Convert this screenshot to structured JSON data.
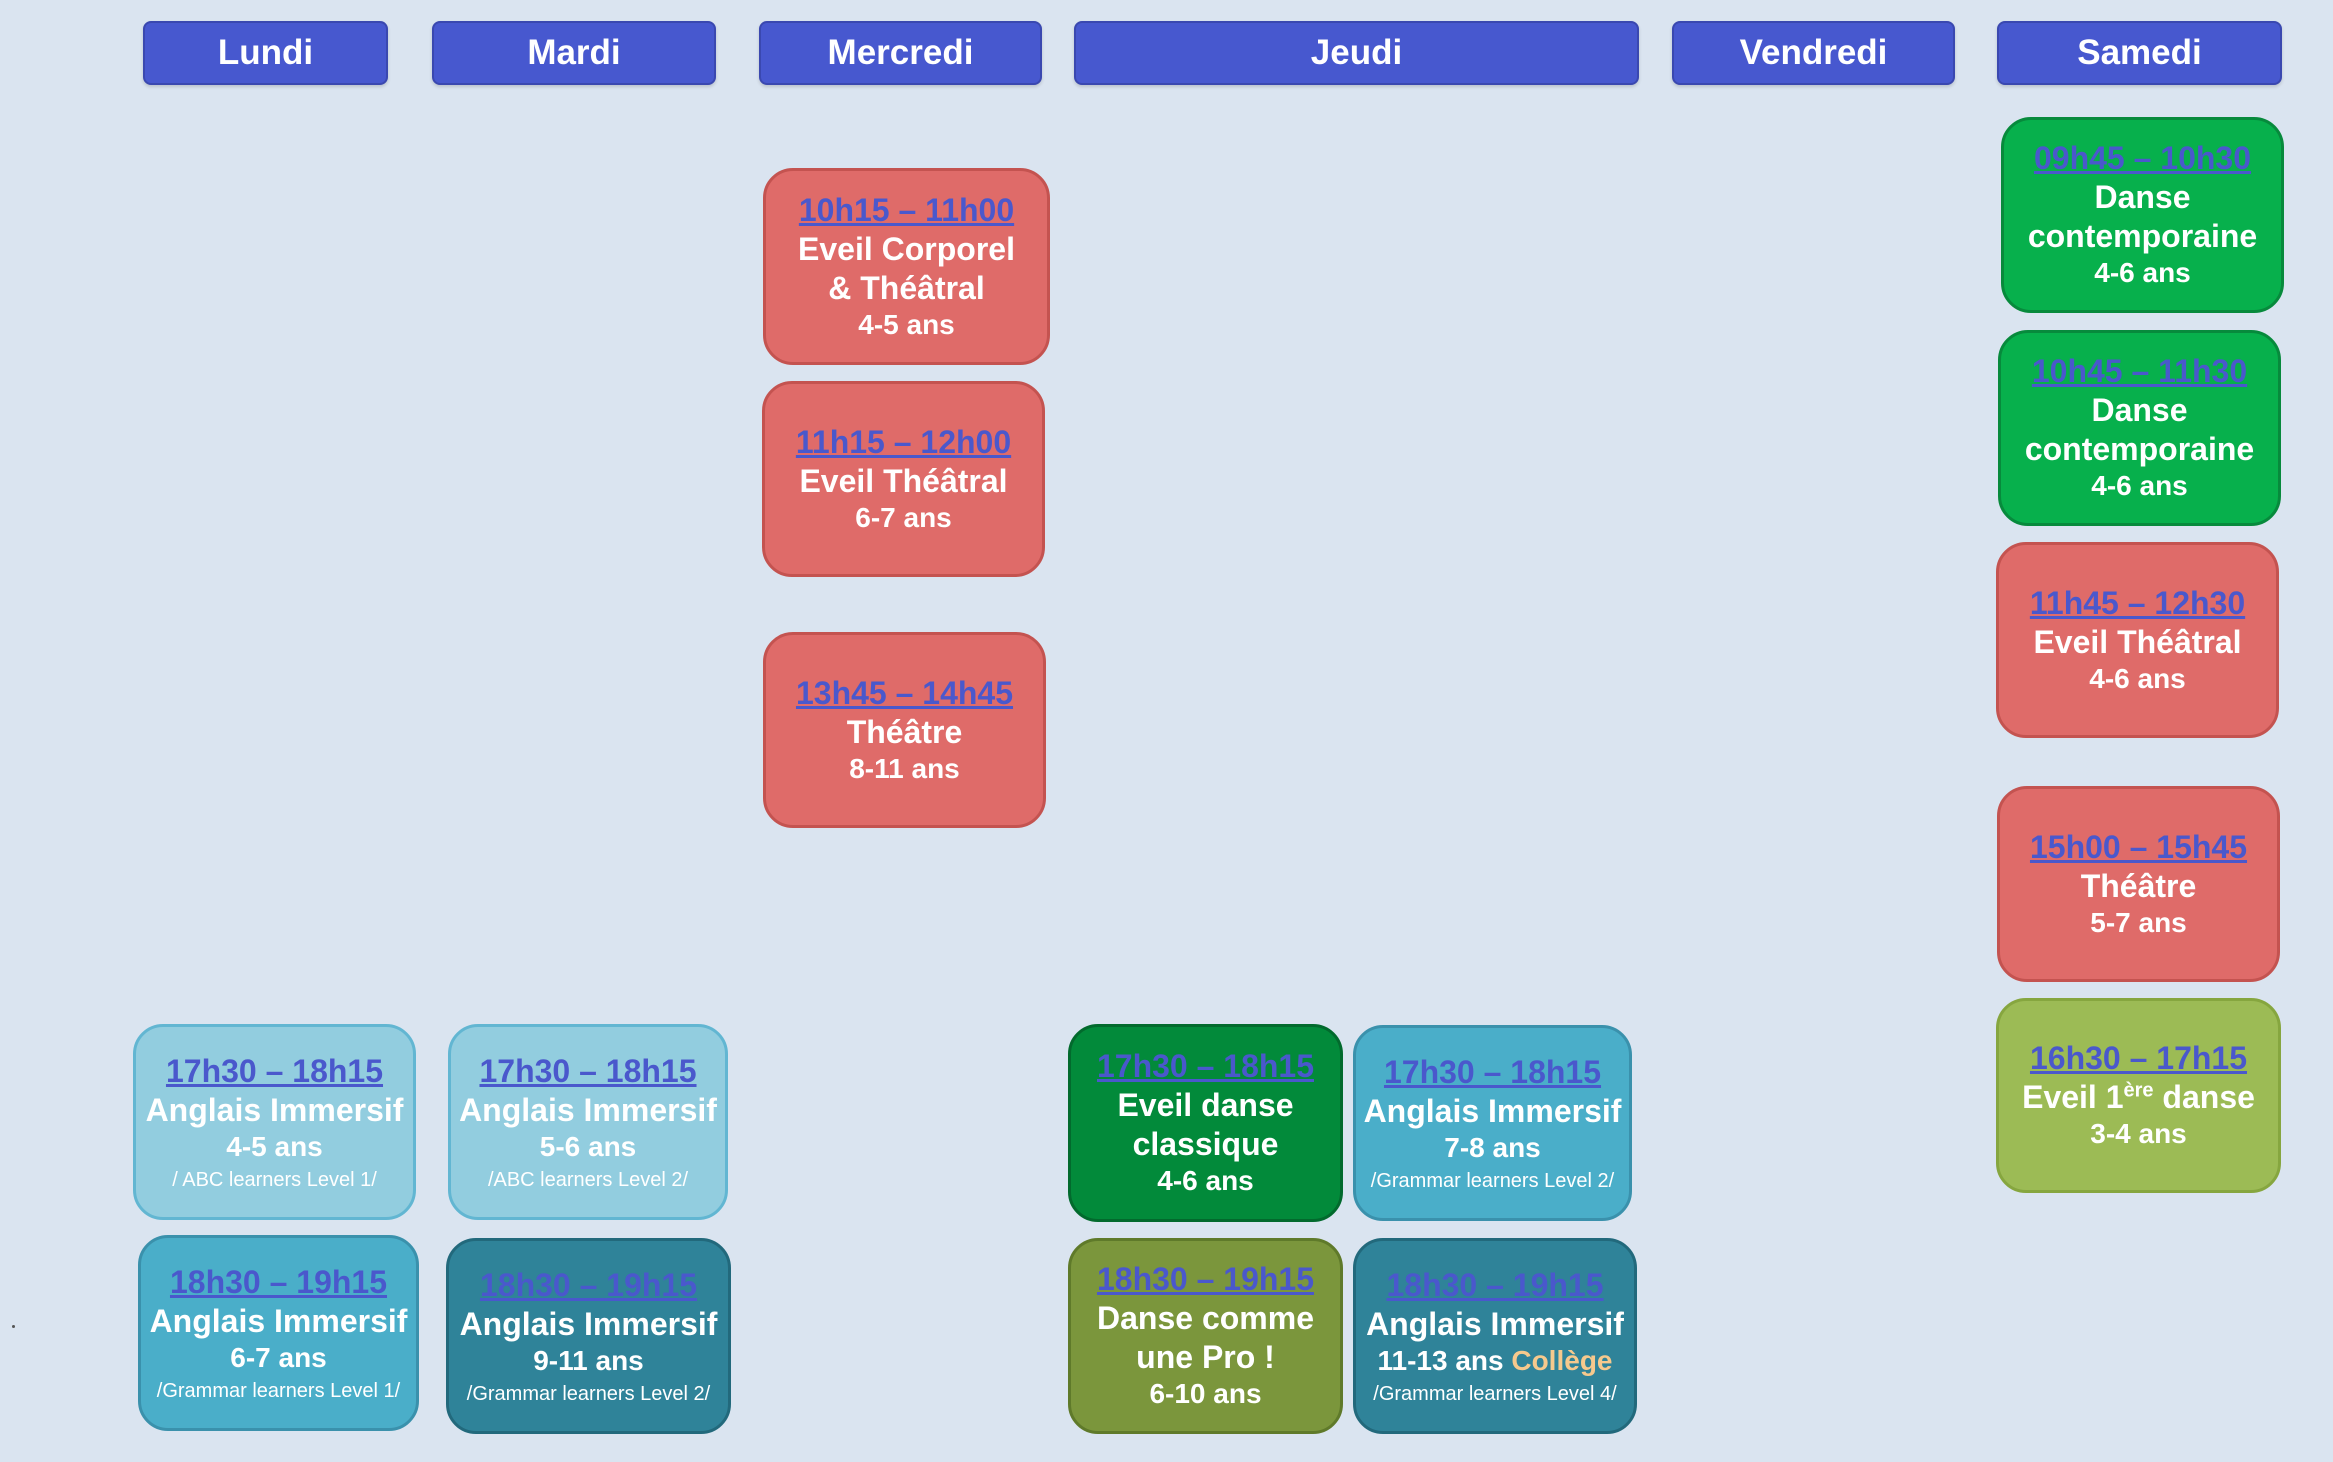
{
  "days": [
    "Lundi",
    "Mardi",
    "Mercredi",
    "Jeudi",
    "Vendredi",
    "Samedi"
  ],
  "mercredi": [
    {
      "time": "10h15 – 11h00",
      "title1": "Eveil Corporel",
      "title2": "& Théâtral",
      "age": "4-5 ans"
    },
    {
      "time": "11h15 – 12h00",
      "title1": "Eveil Théâtral",
      "age": "6-7 ans"
    },
    {
      "time": "13h45 – 14h45",
      "title1": "Théâtre",
      "age": "8-11 ans"
    }
  ],
  "samedi": [
    {
      "time": "09h45 – 10h30",
      "title1": "Danse",
      "title2": "contemporaine",
      "age": "4-6 ans"
    },
    {
      "time": "10h45 – 11h30",
      "title1": "Danse",
      "title2": "contemporaine",
      "age": "4-6 ans"
    },
    {
      "time": "11h45 – 12h30",
      "title1": "Eveil Théâtral",
      "age": "4-6 ans"
    },
    {
      "time": "15h00 – 15h45",
      "title1": "Théâtre",
      "age": "5-7 ans"
    },
    {
      "time": "16h30 – 17h15",
      "title_pre": "Eveil 1",
      "title_sup": "ère",
      "title_post": " danse",
      "age": "3-4 ans"
    }
  ],
  "lundi": [
    {
      "time": "17h30 – 18h15",
      "title1": "Anglais Immersif",
      "age": "4-5 ans",
      "level": "/ ABC learners Level 1/"
    },
    {
      "time": "18h30 – 19h15",
      "title1": "Anglais Immersif",
      "age": "6-7 ans",
      "level": "/Grammar learners Level 1/"
    }
  ],
  "mardi": [
    {
      "time": "17h30 – 18h15",
      "title1": "Anglais Immersif",
      "age": "5-6 ans",
      "level": "/ABC learners Level 2/"
    },
    {
      "time": "18h30 – 19h15",
      "title1": "Anglais Immersif",
      "age": "9-11 ans",
      "level": "/Grammar learners Level 2/"
    }
  ],
  "jeudi": [
    {
      "time": "17h30 – 18h15",
      "title1": "Eveil danse",
      "title2": "classique",
      "age": "4-6 ans"
    },
    {
      "time": "17h30 – 18h15",
      "title1": "Anglais Immersif",
      "age": "7-8 ans",
      "level": "/Grammar learners Level 2/"
    },
    {
      "time": "18h30 – 19h15",
      "title1": "Danse comme",
      "title2": "une Pro !",
      "age": "6-10 ans"
    },
    {
      "time": "18h30 – 19h15",
      "title1": "Anglais Immersif",
      "age_pre": "11-13 ans ",
      "age_college": "Collège",
      "level": "/Grammar learners Level 4/"
    }
  ],
  "colors": {
    "header": "#4758cf",
    "theatre": "#df6b69",
    "danse_contemporaine": "#07b04c",
    "danse_classique": "#028a3a",
    "anglais_light": "#92cddf",
    "anglais_mid": "#4aaec9",
    "anglais_dark": "#2f8399",
    "danse_pro": "#7b963c",
    "eveil_danse": "#9cbb55",
    "time_text": "#4a58cc",
    "college_text": "#f6c98d"
  }
}
